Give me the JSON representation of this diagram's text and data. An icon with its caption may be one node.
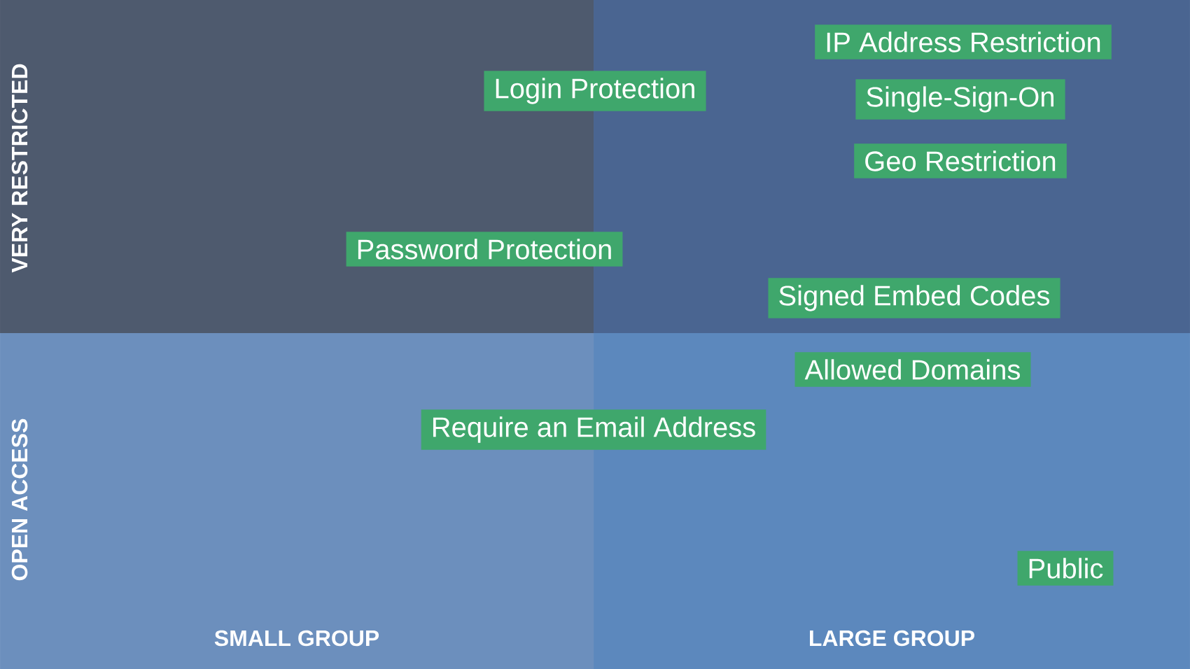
{
  "diagram": {
    "nodes": [
      {
        "text": [
          "IP Address Restriction"
        ]
      },
      {
        "text": [
          "Login Protection"
        ]
      },
      {
        "text": [
          "Single-Sign-On"
        ]
      },
      {
        "text": [
          "Geo Restriction"
        ]
      },
      {
        "text": [
          "Password Protection"
        ]
      },
      {
        "text": [
          "Signed Embed Codes"
        ]
      },
      {
        "text": [
          "Allowed Domains"
        ]
      },
      {
        "text": [
          "Require an Email Address"
        ]
      },
      {
        "text": [
          "Public"
        ]
      }
    ],
    "labels": [
      "VERY RESTRICTED",
      "OPEN ACCESS",
      "SMALL GROUP",
      "LARGE GROUP"
    ]
  }
}
